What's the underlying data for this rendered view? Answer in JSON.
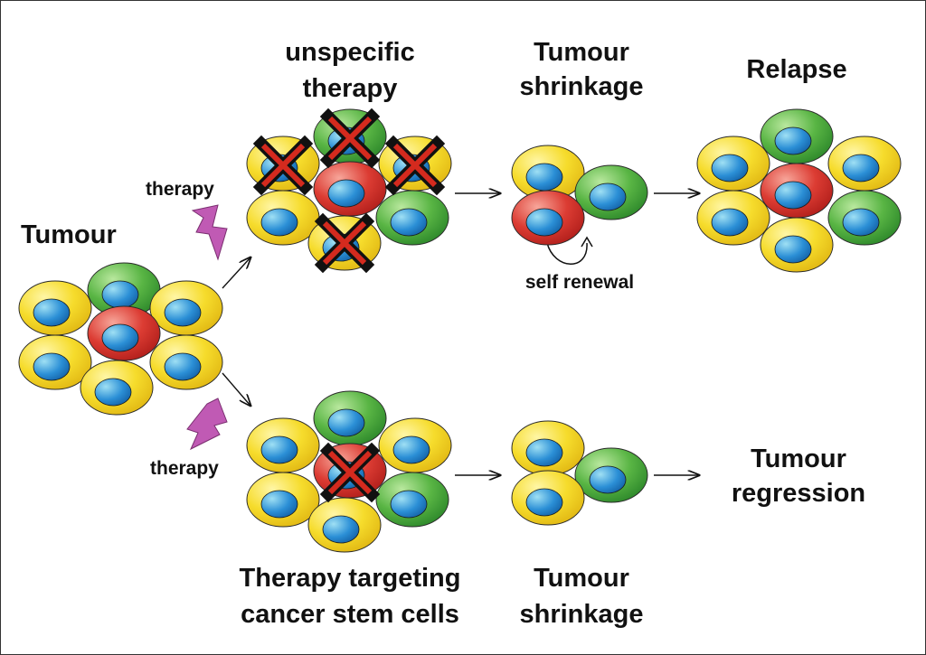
{
  "labels": {
    "tumour": "Tumour",
    "therapy_top": "therapy",
    "therapy_bottom": "therapy",
    "unspecific_1": "unspecific",
    "unspecific_2": "therapy",
    "shrink_top_1": "Tumour",
    "shrink_top_2": "shrinkage",
    "relapse": "Relapse",
    "self_renewal": "self renewal",
    "targeting_1": "Therapy targeting",
    "targeting_2": "cancer stem cells",
    "shrink_bottom_1": "Tumour",
    "shrink_bottom_2": "shrinkage",
    "regression_1": "Tumour",
    "regression_2": "regression"
  },
  "colors": {
    "yellow_cell": "#f6dc2c",
    "green_cell": "#59b544",
    "red_stem_cell": "#dc3c33",
    "nucleus": "#2b8fd6",
    "lightning": "#c05ab4",
    "cross_red": "#d42a1e",
    "cross_black": "#111111"
  },
  "icons": [
    "lightning-bolt-icon",
    "cross-mark-icon",
    "arrow-icon",
    "self-renewal-loop-icon"
  ]
}
